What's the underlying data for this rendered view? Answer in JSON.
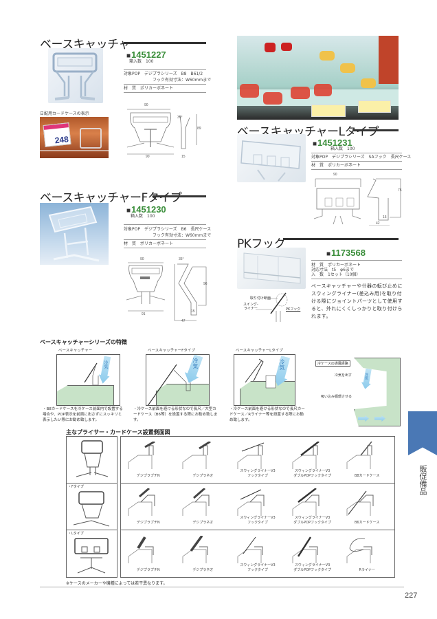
{
  "page": {
    "number": "227",
    "side_tab": {
      "label": "販促備品",
      "color": "#4a78b5"
    }
  },
  "products": [
    {
      "title": "ベースキャッチャー",
      "code": "1451227",
      "qty": "箱入数　100",
      "specs": [
        "対象POP　デジプラシリーズ　B8　B61/2",
        "フック有効寸法：W60mmまで"
      ],
      "material": "材　質　ポリカーボネート",
      "photo_caption": "日配用カードケースの表示",
      "price_label": "248",
      "dims": {
        "width_top": "90",
        "width_bottom": "90",
        "height": "89",
        "angle": "35°",
        "depth": "15"
      }
    },
    {
      "title": "ベースキャッチャーLタイプ",
      "code": "1451231",
      "qty": "箱入数　100",
      "specs": [
        "対象POP　デジプラシリーズ　SAフック　長尺ケース"
      ],
      "material": "材　質　ポリカーボネート",
      "dims": {
        "width": "90",
        "height": "75",
        "depth": "15",
        "total_depth": "42"
      }
    },
    {
      "title": "ベースキャッチャーFタイプ",
      "code": "1451230",
      "qty": "箱入数　100",
      "specs": [
        "対象POP　デジプラシリーズ　B6　長尺ケース",
        "フック有効寸法：W60mmまで"
      ],
      "material": "材　質　ポリカーボネート",
      "dims": {
        "width_top": "90",
        "width_bottom": "91",
        "height": "96",
        "angle": "35°",
        "depth": "15",
        "total_depth": "47"
      }
    },
    {
      "title": "PKフック",
      "code": "1173568",
      "specs": [
        "材　質　ポリカーボネート",
        "対応寸法　t5　φ6まで",
        "入　数　1セット（10個）"
      ],
      "description": "ベースキャッチャーや什器の転び止めにスウィングライナー(差込み用)を取り付ける際にジョイントパーツとして使用すると、外れにくくしっかりと取り付けられます。",
      "diagram_labels": {
        "mount_face": "取り付け断面",
        "swing_liner": "スイング-\nライナー",
        "pk_hook": "PKフック"
      }
    }
  ],
  "features": {
    "title": "ベースキャッチャーシリーズの特徴",
    "panels": [
      {
        "label": "ベースキャッチャー",
        "air": "冷気",
        "note": "・B8カードケースを冷ケース前面内で設置する場合や、POP表示を前面に出さずにスッキリと表示したい際にお勧め致します。"
      },
      {
        "label": "ベースキャッチャーFタイプ",
        "air": "冷気",
        "note": "・冷ケース前面を避ける形状なので長尺／大型カードケース（B6等）を設置する際にお勧め致します。"
      },
      {
        "label": "ベースキャッチャーLタイプ",
        "air": "冷気",
        "note": "・冷ケース前面を避ける形状なので長尺カードケース／Rライナー等を設置する際にお勧め致します。"
      }
    ],
    "airflow": {
      "title": "冷ケースの通風経路",
      "out": "冷気を出す",
      "in": "吸い込み循環させる",
      "air": "冷気"
    }
  },
  "side_view": {
    "title": "主なプライサー・カードケース設置側面図",
    "rows": [
      {
        "type_label": "",
        "cells": [
          "デジプラプチN",
          "デジプラネオ",
          "スウィングライナーV3\nフックタイプ",
          "スウィングライナーV3\nダブルPOPフックタイプ",
          "B8カードケース"
        ]
      },
      {
        "type_label": "・Fタイプ",
        "cells": [
          "デジプラプチN",
          "デジプラネオ",
          "スウィングライナーV3\nフックタイプ",
          "スウィングライナーV3\nダブルPOPフックタイプ",
          "B6カードケース"
        ]
      },
      {
        "type_label": "・Lタイプ",
        "cells": [
          "デジプラプチN",
          "デジプラネオ",
          "スウィングライナーV3\nフックタイプ",
          "スウィングライナーV3\nダブルPOPフックタイプ",
          "Rライナー"
        ]
      }
    ],
    "footnote": "※ケースのメーカーや機種によっては若干異なります。"
  }
}
